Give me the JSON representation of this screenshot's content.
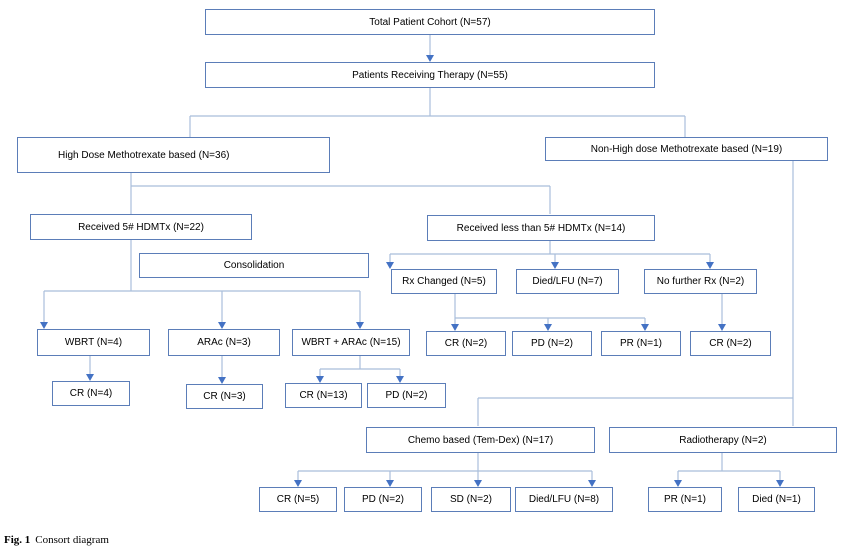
{
  "nodes": {
    "total": "Total Patient Cohort (N=57)",
    "therapy": "Patients Receiving Therapy (N=55)",
    "hdmtx": "High Dose Methotrexate based (N=36)",
    "nonhd": "Non-High dose Methotrexate based (N=19)",
    "r5": "Received 5# HDMTx (N=22)",
    "rless": "Received less than 5# HDMTx (N=14)",
    "consolidation": "Consolidation",
    "rxchanged": "Rx Changed (N=5)",
    "diedlfu7": "Died/LFU (N=7)",
    "nofurther": "No further Rx (N=2)",
    "wbrt": "WBRT (N=4)",
    "arac": "ARAc (N=3)",
    "wbrtarac": "WBRT + ARAc (N=15)",
    "rx_cr2": "CR (N=2)",
    "rx_pd2": "PD (N=2)",
    "rx_pr1": "PR (N=1)",
    "nf_cr2": "CR (N=2)",
    "wbrt_cr4": "CR (N=4)",
    "arac_cr3": "CR (N=3)",
    "wa_cr13": "CR (N=13)",
    "wa_pd2": "PD (N=2)",
    "chemo": "Chemo based (Tem-Dex) (N=17)",
    "radio": "Radiotherapy (N=2)",
    "ch_cr5": "CR (N=5)",
    "ch_pd2": "PD (N=2)",
    "ch_sd2": "SD (N=2)",
    "ch_died8": "Died/LFU (N=8)",
    "ra_pr1": "PR (N=1)",
    "ra_died1": "Died (N=1)"
  },
  "caption": {
    "label": "Fig. 1",
    "text": "Consort diagram"
  },
  "colors": {
    "box_border": "#5b7db8",
    "connector": "#a9bedb",
    "arrow": "#4472c4"
  }
}
